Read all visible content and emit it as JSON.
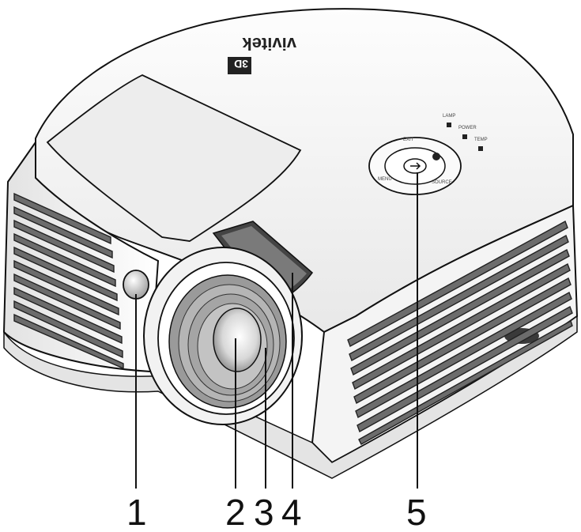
{
  "brand": {
    "logo": "vivitek",
    "badge": "3D"
  },
  "keypad": {
    "labels": [
      "MENU",
      "EXIT",
      "SOURCE"
    ],
    "indicators": [
      "LAMP",
      "POWER",
      "TEMP"
    ]
  },
  "callouts": [
    {
      "id": "1",
      "label": "1"
    },
    {
      "id": "2",
      "label": "2"
    },
    {
      "id": "3",
      "label": "3"
    },
    {
      "id": "4",
      "label": "4"
    },
    {
      "id": "5",
      "label": "5"
    }
  ],
  "colors": {
    "line": "#111111",
    "body": "#ffffff",
    "shade": "#d9d9d9",
    "dark": "#3a3a3a"
  }
}
